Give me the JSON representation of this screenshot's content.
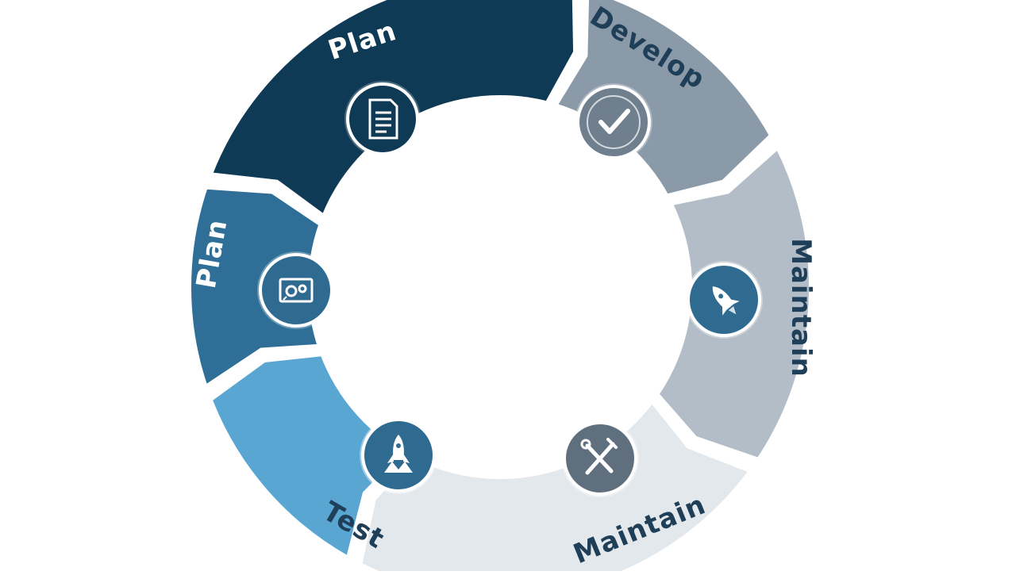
{
  "diagram": {
    "type": "cycle",
    "segments": [
      {
        "id": "plan-top",
        "label": "Plan",
        "icon": "document-icon",
        "fill": "#0f3a55",
        "badge_fill": "#0f3a55",
        "text_color": "#ffffff"
      },
      {
        "id": "develop",
        "label": "Develop",
        "icon": "checkmark-icon",
        "fill": "#8b9aa8",
        "badge_fill": "#6f7f8e",
        "text_color": "#1f3f58"
      },
      {
        "id": "maintain-right",
        "label": "Maintain",
        "icon": "rocket-icon",
        "fill": "#b3bdc7",
        "badge_fill": "#2f6a90",
        "text_color": "#1f3f58"
      },
      {
        "id": "maintain-bottom",
        "label": "Maintain",
        "icon": "wrench-screwdriver-icon",
        "fill": "#e3e8ed",
        "badge_fill": "#5f6f7e",
        "text_color": "#1f3f58"
      },
      {
        "id": "test",
        "label": "Test",
        "icon": "rocket-launch-icon",
        "fill": "#5aa6d3",
        "badge_fill": "#2f6a90",
        "text_color": "#1f3f58"
      },
      {
        "id": "plan-left",
        "label": "Plan",
        "icon": "gears-board-icon",
        "fill": "#2f6f97",
        "badge_fill": "#2f6a90",
        "text_color": "#ffffff"
      }
    ]
  }
}
